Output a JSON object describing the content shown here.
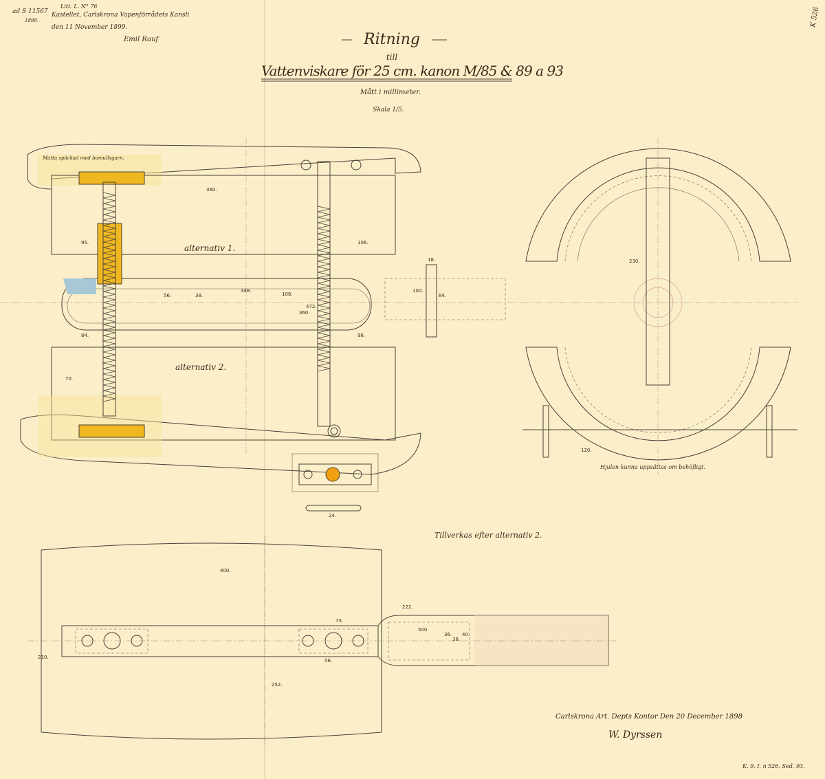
{
  "header": {
    "title": "Ritning",
    "till": "till",
    "subtitle": "Vattenviskare för 25 cm. kanon M/85 & 89 a 93",
    "units": "Mått i millimeter.",
    "scale": "Skala 1/5."
  },
  "archive_note": {
    "ref": "ad S 11567",
    "year": "1898.",
    "lit": "Litt. L. N° 76",
    "line1": "Kastellet, Carlskrona Vapenförrådets Kansli",
    "line2": "den 11 November 1899.",
    "signature": "Emil Rauf"
  },
  "corner_mark": "K 526",
  "views": {
    "alt1": "alternativ 1.",
    "alt2": "alternativ 2.",
    "mat_note": "Matta späckad med bomullsgarn.",
    "wheel_note": "Hjulen kunna uppsättas om behöfligt.",
    "make_note": "Tillverkas efter alternativ 2."
  },
  "dimensions": {
    "d360": "360.",
    "d348": "348.",
    "d108": "108.",
    "d472": "472.",
    "d360b": "360.",
    "d56": "56.",
    "d38": "38.",
    "d100": "100.",
    "d84": "84.",
    "d96": "96.",
    "d106": "106.",
    "d230": "230.",
    "d120": "120.",
    "d400": "400.",
    "d210": "210.",
    "d252": "252.",
    "d73": "73.",
    "d56b": "56.",
    "d500": "500.",
    "d36": "36.",
    "d38b": "38.",
    "d40": "40.",
    "d222": "222.",
    "d70": "70.",
    "d95": "95.",
    "d84b": "84.",
    "d18": "18.",
    "d24": "24."
  },
  "footer": {
    "place_date": "Carlskrona Art. Depts Kontor Den 20 December 1898",
    "signature": "W. Dyrssen",
    "archive_ref": "K. 9. I. n 526. Sed. 93."
  }
}
